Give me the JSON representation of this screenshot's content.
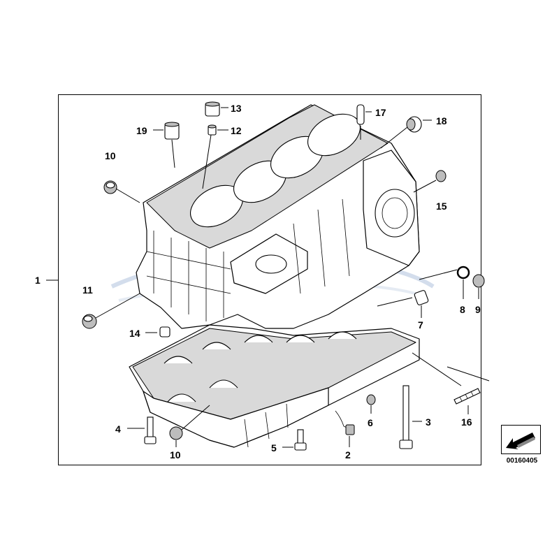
{
  "diagram": {
    "reference_number": "00160405",
    "callouts": {
      "c1": "1",
      "c2": "2",
      "c3": "3",
      "c4": "4",
      "c5": "5",
      "c6": "6",
      "c7": "7",
      "c8": "8",
      "c9": "9",
      "c10a": "10",
      "c10b": "10",
      "c11": "11",
      "c12": "12",
      "c13": "13",
      "c14": "14",
      "c15": "15",
      "c16": "16",
      "c17": "17",
      "c18": "18",
      "c19": "19"
    },
    "watermark_text": "",
    "icons": [
      "arrow-icon",
      "engine-block-drawing"
    ]
  }
}
